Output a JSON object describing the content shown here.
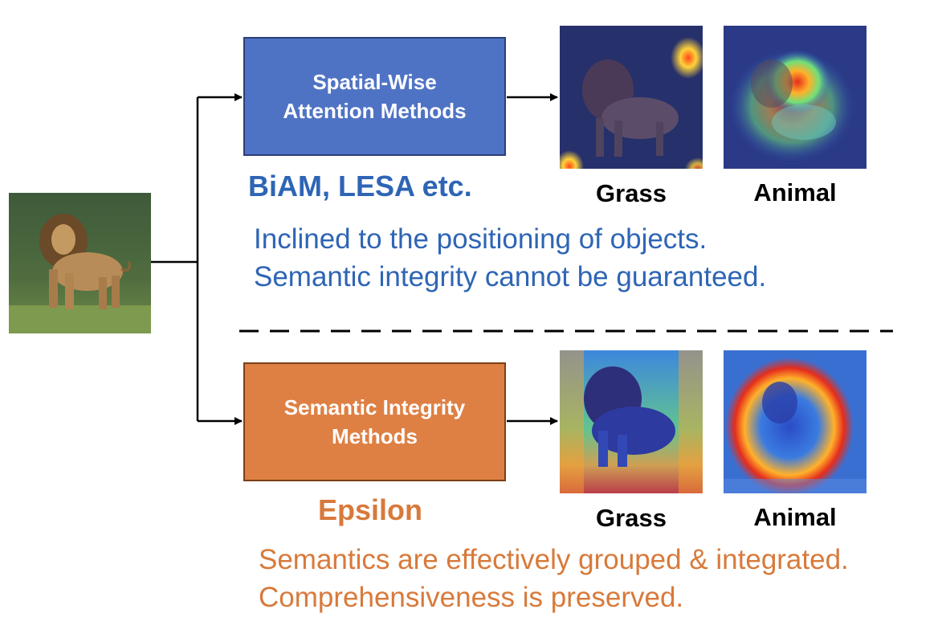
{
  "top_branch": {
    "box_line1": "Spatial-Wise",
    "box_line2": "Attention Methods",
    "box_color": "#4f73c4",
    "examples": "BiAM, LESA etc.",
    "examples_color": "#2e65b5",
    "desc_line1": "Inclined to the positioning of objects.",
    "desc_line2": "Semantic integrity cannot be guaranteed.",
    "desc_color": "#2e65b5",
    "map_labels": [
      "Grass",
      "Animal"
    ]
  },
  "bottom_branch": {
    "box_line1": "Semantic Integrity",
    "box_line2": "Methods",
    "box_color": "#de8043",
    "examples": "Epsilon",
    "examples_color": "#d87a3b",
    "desc_line1": "Semantics are effectively grouped & integrated.",
    "desc_line2": "Comprehensiveness is preserved.",
    "desc_color": "#d87a3b",
    "map_labels": [
      "Grass",
      "Animal"
    ]
  },
  "icons": {
    "input_image": "lion-photo",
    "heatmaps": [
      "heatmap-grass-spatial",
      "heatmap-animal-spatial",
      "heatmap-grass-semantic",
      "heatmap-animal-semantic"
    ]
  }
}
